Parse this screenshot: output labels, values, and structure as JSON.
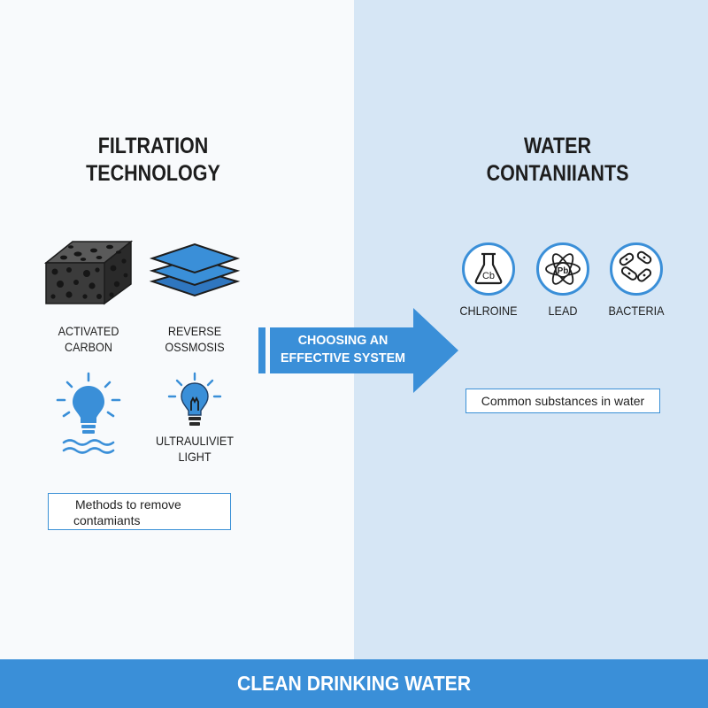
{
  "colors": {
    "accent_blue": "#3a8fd8",
    "left_bg": "#f8fafc",
    "right_bg": "#d6e6f5",
    "dark": "#2f2f2f"
  },
  "left": {
    "title_line1": "FILTRATION",
    "title_line2": "TECHNOLOGY",
    "methods": [
      {
        "line1": "ACTIVATED",
        "line2": "CARBON",
        "icon": "activated-carbon-block-icon"
      },
      {
        "line1": "REVERSE",
        "line2": "OSSMOSIS",
        "icon": "membrane-layers-icon"
      },
      {
        "line1": "",
        "line2": "",
        "icon": "lightbulb-water-icon"
      },
      {
        "line1": "ULTRAULIVIET",
        "line2": "LIGHT",
        "icon": "uv-bulb-icon"
      }
    ],
    "caption_line1": "Methods to remove",
    "caption_line2": "contamiants"
  },
  "arrow": {
    "line1": "CHOOSING AN",
    "line2": "EFFECTIVE SYSTEM"
  },
  "right": {
    "title_line1": "WATER",
    "title_line2": "CONTANIIANTS",
    "contaminants": [
      {
        "label": "CHLROINE",
        "icon": "flask-icon",
        "symbol": "Cb"
      },
      {
        "label": "LEAD",
        "icon": "atom-icon",
        "symbol": "Pb"
      },
      {
        "label": "BACTERIA",
        "icon": "bacteria-icon"
      }
    ],
    "caption": "Common substances in water"
  },
  "footer": {
    "title": "CLEAN DRINKING WATER"
  }
}
